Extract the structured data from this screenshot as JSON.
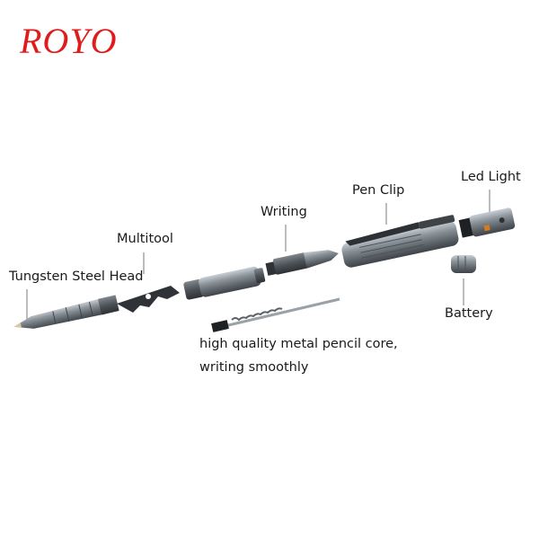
{
  "brand": {
    "name": "ROYO",
    "color": "#e01b1b"
  },
  "labels": {
    "head": "Tungsten Steel Head",
    "multitool": "Multitool",
    "writing": "Writing",
    "pen_clip": "Pen Clip",
    "led_light": "Led Light",
    "battery": "Battery",
    "core_line1": "high quality metal pencil core,",
    "core_line2": "writing smoothly"
  },
  "colors": {
    "metal": "#7d858c",
    "metal_dark": "#4a5056",
    "metal_light": "#b9c0c6",
    "leader": "#7a7a7a"
  }
}
